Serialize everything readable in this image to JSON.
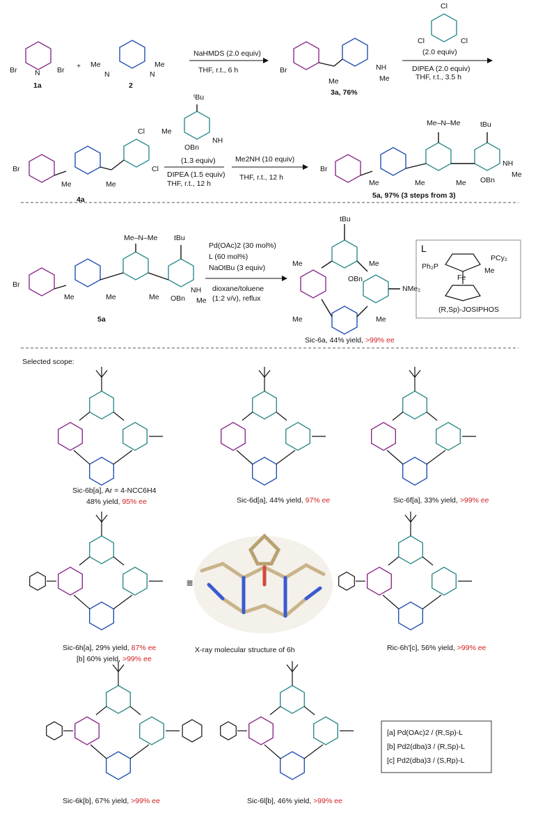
{
  "section1": {
    "cmpd_1a": "1a",
    "cmpd_2": "2",
    "plus": "+",
    "reagent1_top": "NaHMDS (2.0 equiv)",
    "reagent1_bottom": "THF, r.t., 6 h",
    "product_3a": "3a, 76%",
    "reagent2_equiv": "(2.0 equiv)",
    "reagent2_base": "DIPEA (2.0 equiv)",
    "reagent2_cond": "THF, r.t., 3.5 h",
    "cmpd_4a": "4a",
    "reagent3_equiv": "(1.3 equiv)",
    "reagent3_base": "DIPEA (1.5 equiv)",
    "reagent3_cond": "THF, r.t., 12 h",
    "reagent4_top": "Me2NH (10 equiv)",
    "reagent4_cond": "THF, r.t., 12 h",
    "product_5a": "5a, 97% (3 steps from 3)"
  },
  "section2": {
    "cmpd_5a": "5a",
    "cond1": "Pd(OAc)2 (30 mol%)",
    "cond2": "L (60 mol%)",
    "cond3": "NaOtBu (3 equiv)",
    "cond4": "dioxane/toluene",
    "cond5": "(1:2 v/v), reflux",
    "product_label": "Sic-6a, 44% yield, ",
    "product_ee": ">99% ee",
    "ligand_letter": "L",
    "ligand_name": "(R,Sp)-JOSIPHOS"
  },
  "scope": {
    "title": "Selected scope:",
    "items": [
      {
        "label": "Sic-6b[a], Ar = 4-NCC6H4",
        "yield": "48% yield, ",
        "ee": "95% ee"
      },
      {
        "label": "Sic-6d[a], 44% yield, ",
        "ee": "97% ee"
      },
      {
        "label": "Sic-6f[a], 33% yield, ",
        "ee": ">99% ee"
      },
      {
        "label": "Sic-6h[a], 29% yield, ",
        "ee": "87% ee",
        "label2": "[b] 60% yield, ",
        "ee2": ">99% ee"
      },
      {
        "label": "Ric-6h'[c], 56% yield, ",
        "ee": ">99% ee"
      },
      {
        "label": "Sic-6k[b], 67% yield, ",
        "ee": ">99% ee"
      },
      {
        "label": "Sic-6l[b], 46% yield, ",
        "ee": ">99% ee"
      }
    ],
    "xray_caption": "X-ray molecular structure of 6h",
    "notes": [
      "[a] Pd(OAc)2 / (R,Sp)-L",
      "[b] Pd2(dba)3 / (R,Sp)-L",
      "[c] Pd2(dba)3 / (S,Rp)-L"
    ]
  },
  "colors": {
    "pyridine": "#8a2a8a",
    "aryl": "#2e8b8b",
    "pyrimidine": "#2050b0",
    "ee_red": "#d22020"
  }
}
